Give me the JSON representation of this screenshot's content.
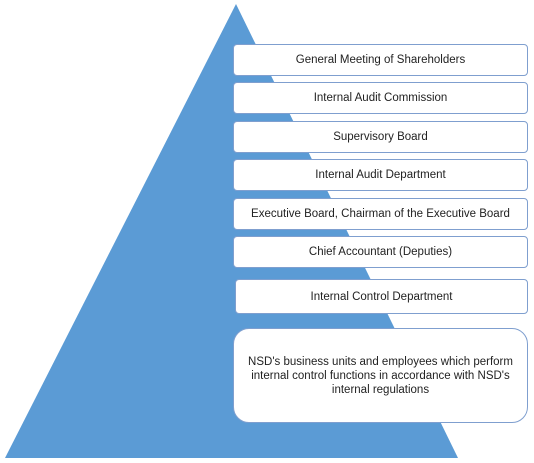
{
  "diagram": {
    "accent_color": "#5b9bd5",
    "levels": [
      {
        "label": "General Meeting of Shareholders"
      },
      {
        "label": "Internal Audit Commission"
      },
      {
        "label": "Supervisory Board"
      },
      {
        "label": "Internal Audit Department"
      },
      {
        "label": "Executive Board, Chairman of the Executive Board"
      },
      {
        "label": "Chief Accountant (Deputies)"
      },
      {
        "label": "Internal Control Department"
      },
      {
        "label": "NSD's business units and employees which perform internal control functions in accordance with NSD's internal regulations"
      }
    ]
  }
}
